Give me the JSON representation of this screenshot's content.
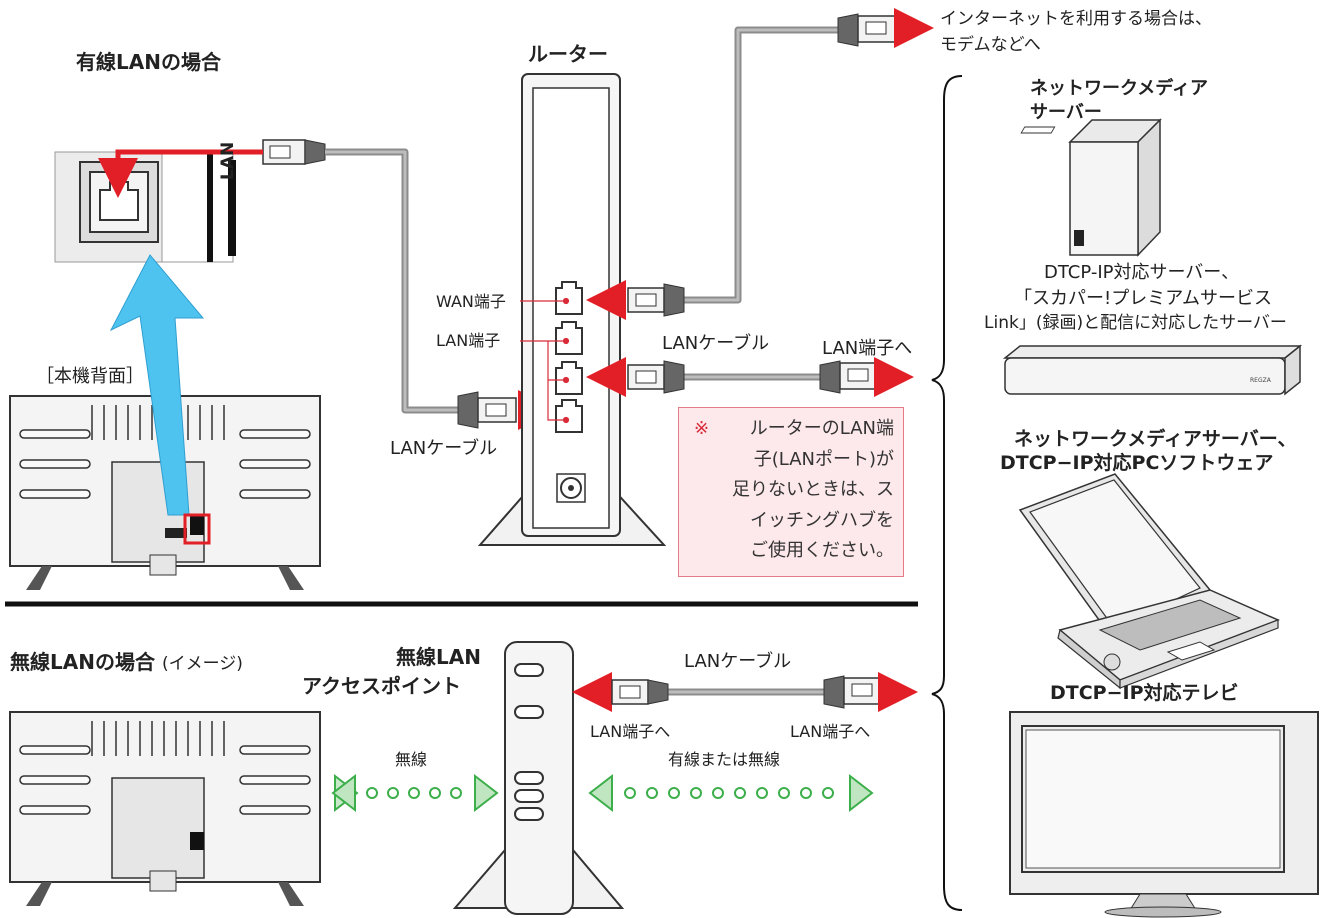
{
  "wired": {
    "title": "有線LANの場合",
    "lan_label": "LAN",
    "tv_back": "［本機背面］",
    "router_title": "ルーター",
    "wan_port": "WAN端子",
    "lan_port": "LAN端子",
    "cable_left": "LANケーブル",
    "cable_right": "LANケーブル",
    "to_lan_port": "LAN端子へ",
    "internet_line1": "インターネットを利用する場合は、",
    "internet_line2": "モデムなどへ",
    "note": {
      "mark": "※",
      "lines": [
        "ルーターのLAN端",
        "子(LANポート)が",
        "足りないときは、ス",
        "イッチングハブを",
        "ご使用ください。"
      ]
    }
  },
  "wireless": {
    "title": "無線LANの場合",
    "title_suffix": "(イメージ)",
    "ap_line1": "無線LAN",
    "ap_line2": "アクセスポイント",
    "wireless": "無線",
    "cable": "LANケーブル",
    "to_lan_left": "LAN端子へ",
    "to_lan_right": "LAN端子へ",
    "wired_or_wireless": "有線または無線"
  },
  "devices": {
    "server_line1": "ネットワークメディア",
    "server_line2": "サーバー",
    "recorder_line1": "DTCP-IP対応サーバー、",
    "recorder_line2": "「スカパー!プレミアムサービス",
    "recorder_line3": "Link」(録画)と配信に対応したサーバー",
    "pc_line1": "ネットワークメディアサーバー、",
    "pc_line2": "DTCP−IP対応PCソフトウェア",
    "tv": "DTCP−IP対応テレビ",
    "recorder_brand": "REGZA"
  },
  "colors": {
    "arrow_red": "#e21e26",
    "cable_gray": "#8c8c8c",
    "tv_arrow_blue": "#4fc3f0",
    "wireless_green": "#3cae4a",
    "note_bg": "#fde9ec"
  }
}
